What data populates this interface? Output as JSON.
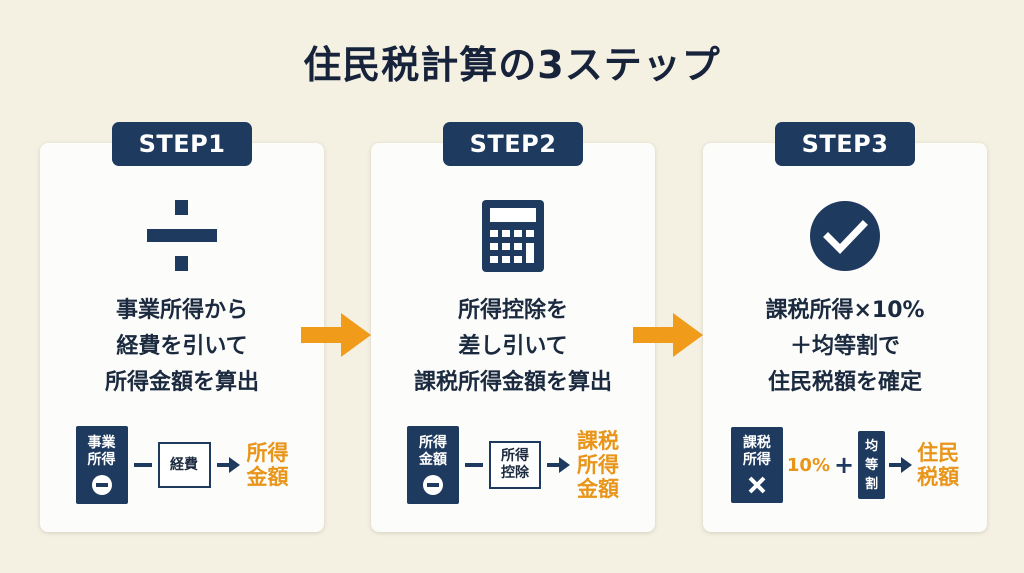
{
  "title": "住民税計算の3ステップ",
  "colors": {
    "background": "#f4f1e3",
    "navy": "#1e3a5f",
    "accent_orange": "#e8951a",
    "card": "#fcfcfa",
    "text": "#1b2a3f"
  },
  "steps": [
    {
      "badge": "STEP1",
      "icon": "divide-icon",
      "description": [
        "事業所得から",
        "経費を引いて",
        "所得金額を算出"
      ],
      "formula": {
        "left_box": [
          "事業",
          "所得"
        ],
        "left_symbol": "minus-circle-icon",
        "operator": "−",
        "right_box": [
          "経費"
        ],
        "result": [
          "所得",
          "金額"
        ]
      }
    },
    {
      "badge": "STEP2",
      "icon": "calculator-icon",
      "description": [
        "所得控除を",
        "差し引いて",
        "課税所得金額を算出"
      ],
      "formula": {
        "left_box": [
          "所得",
          "金額"
        ],
        "left_symbol": "minus-circle-icon",
        "operator": "−",
        "right_box": [
          "所得",
          "控除"
        ],
        "result": [
          "課税",
          "所得",
          "金額"
        ]
      }
    },
    {
      "badge": "STEP3",
      "icon": "check-circle-icon",
      "description": [
        "課税所得×10%",
        "＋均等割で",
        "住民税額を確定"
      ],
      "formula": {
        "left_box": [
          "課税",
          "所得"
        ],
        "left_symbol": "multiply-icon",
        "rate": "10%",
        "operator": "+",
        "right_box": [
          "均",
          "等",
          "割"
        ],
        "result": [
          "住民",
          "税額"
        ]
      }
    }
  ]
}
